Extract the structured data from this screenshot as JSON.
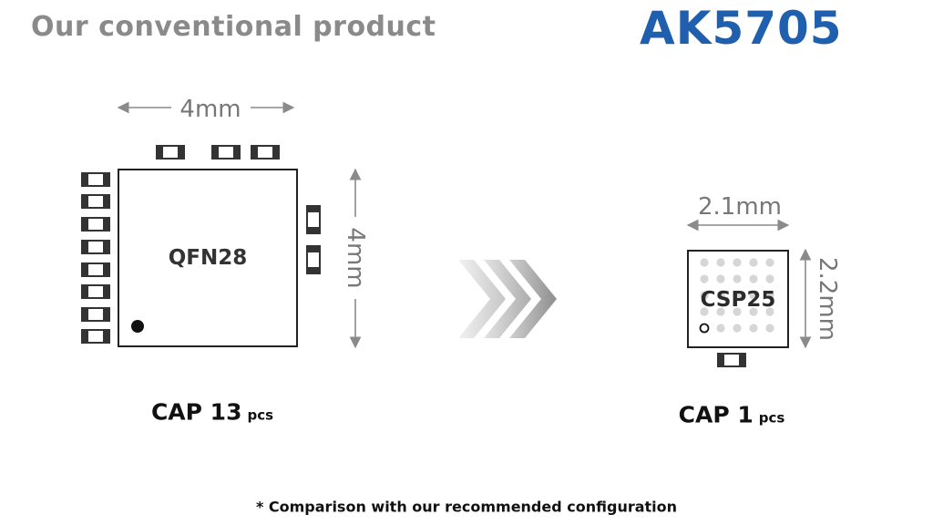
{
  "header": {
    "left_title": "Our conventional product",
    "right_title": "AK5705"
  },
  "conventional": {
    "width_label": "4mm",
    "height_label": "4mm",
    "package_label": "QFN28",
    "cap_prefix": "CAP 13",
    "cap_unit": "pcs",
    "capacitor_count": 13
  },
  "ak5705": {
    "width_label": "2.1mm",
    "height_label": "2.2mm",
    "package_label": "CSP25",
    "cap_prefix": "CAP 1",
    "cap_unit": "pcs",
    "capacitor_count": 1
  },
  "footnote": "* Comparison with our recommended configuration",
  "colors": {
    "brand": "#1f5fad",
    "heading_gray": "#8a8a8a",
    "dimension_gray": "#777777",
    "ball_gray": "#d6d6d6",
    "capacitor_dark": "#3a3a3a"
  },
  "icons": {
    "transition": "triple-chevron-right-icon"
  }
}
